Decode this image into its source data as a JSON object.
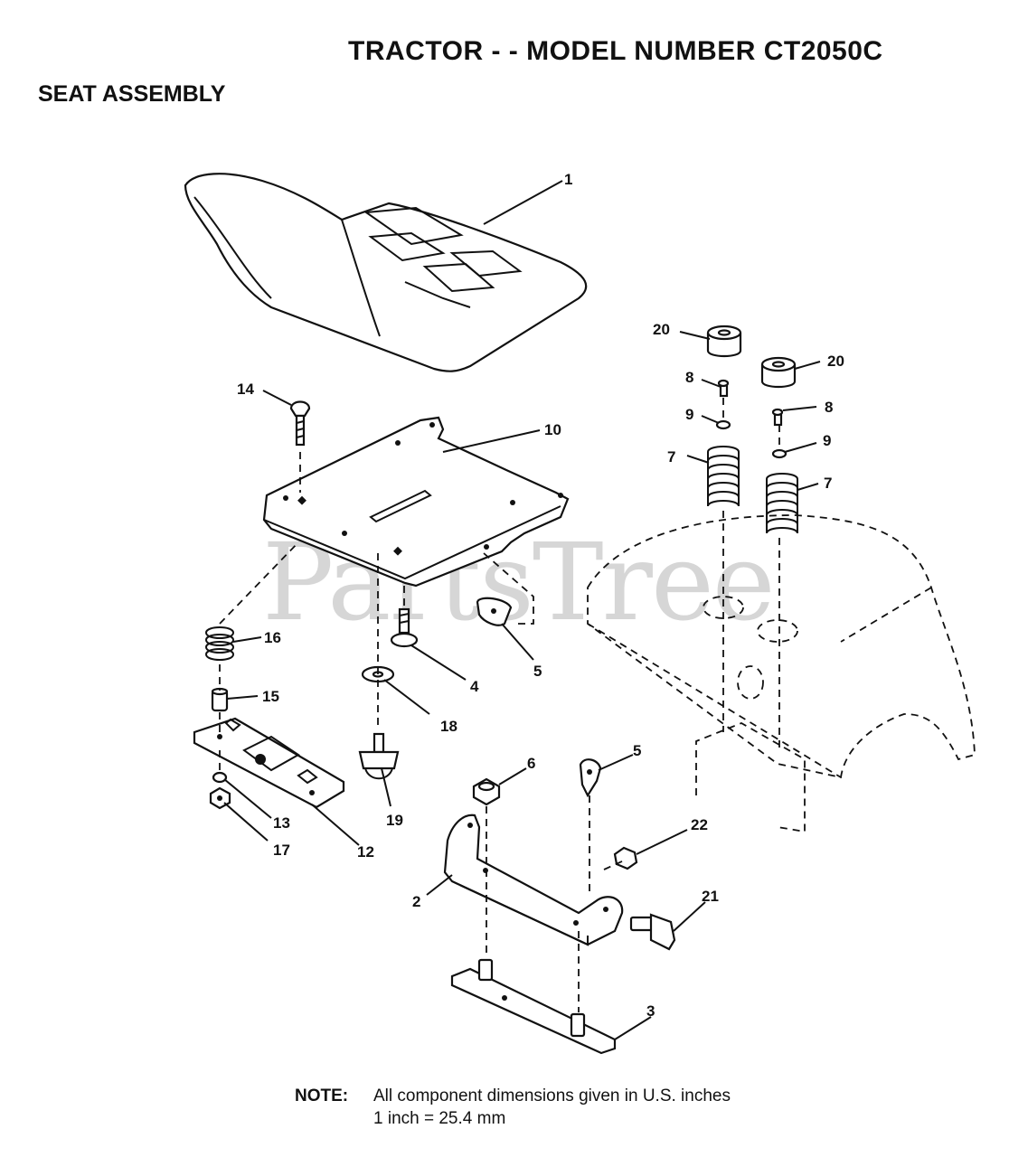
{
  "header": {
    "title": "TRACTOR - - MODEL NUMBER CT2050C",
    "subtitle": "SEAT ASSEMBLY"
  },
  "watermark": "PartsTree",
  "callouts": [
    "1",
    "20",
    "20",
    "8",
    "8",
    "9",
    "9",
    "7",
    "7",
    "14",
    "10",
    "16",
    "15",
    "4",
    "5",
    "18",
    "19",
    "13",
    "17",
    "12",
    "6",
    "5",
    "22",
    "2",
    "21",
    "3"
  ],
  "note": {
    "label": "NOTE:",
    "line1": "All component dimensions given in U.S. inches",
    "line2": "1 inch = 25.4 mm"
  }
}
